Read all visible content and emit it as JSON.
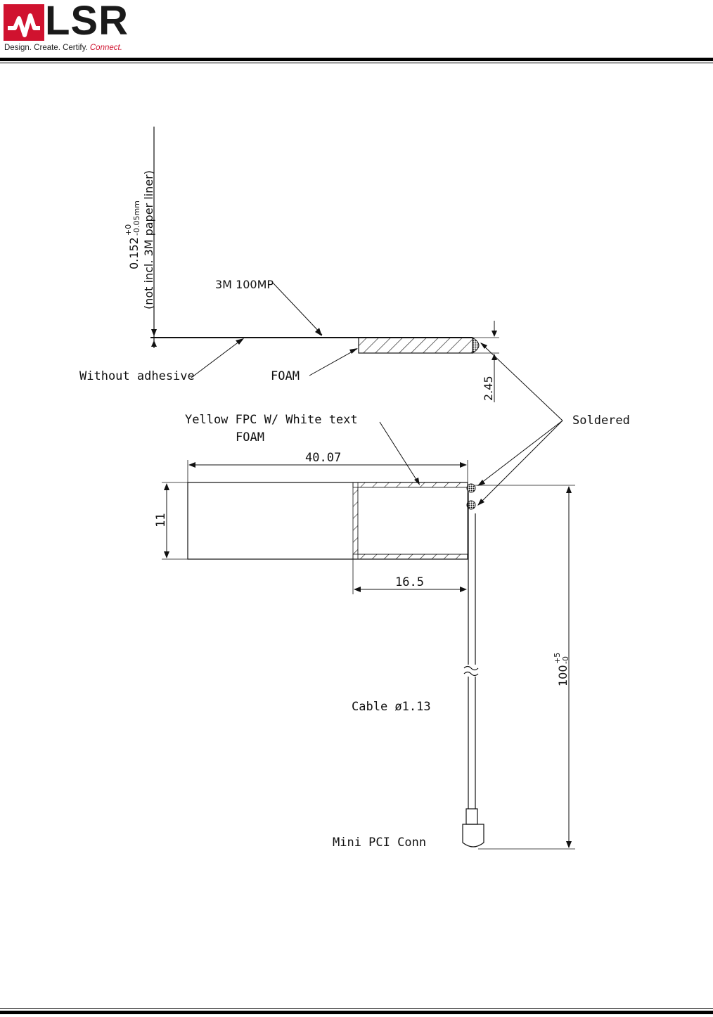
{
  "header": {
    "logo_text": "LSR",
    "tagline_main": "Design. Create. Certify.",
    "tagline_accent": "Connect.",
    "brand_color": "#d0122f"
  },
  "drawing": {
    "thickness_value": "0.152",
    "thickness_tol_plus": "+0",
    "thickness_tol_minus": "-0.05mm",
    "thickness_note": "(not incl. 3M paper liner)",
    "adhesive_label": "3M 100MP",
    "without_adhesive_label": "Without adhesive",
    "foam_label_side": "FOAM",
    "dim_height_side": "2.45",
    "soldered_label": "Soldered",
    "fpc_label_line1": "Yellow FPC W/ White text",
    "fpc_label_line2": "FOAM",
    "dim_length": "40.07",
    "dim_width": "11",
    "dim_foam_length": "16.5",
    "dim_cable_length": "100",
    "dim_cable_tol_plus": "+5",
    "dim_cable_tol_minus": "-0",
    "cable_label": "Cable ø1.13",
    "connector_label": "Mini PCI Conn"
  }
}
